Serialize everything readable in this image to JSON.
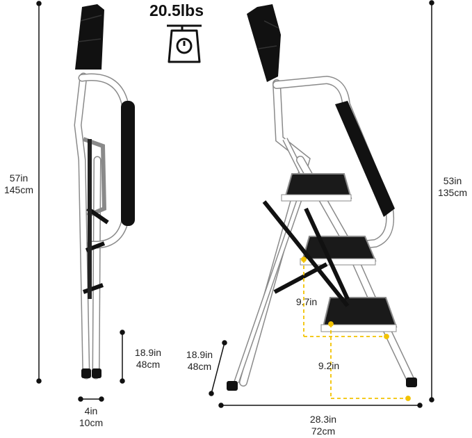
{
  "weight": {
    "label": "20.5lbs",
    "icon": "scale-icon"
  },
  "colors": {
    "frame": "#ffffff",
    "frame_outline": "#8a8a8a",
    "step": "#1a1a1a",
    "grip": "#111111",
    "dimension_line": "#111111",
    "step_dimension_line": "#f2c200"
  },
  "folded_view": {
    "height_in": "57in",
    "height_cm": "145cm",
    "first_step_in": "18.9in",
    "first_step_cm": "48cm",
    "depth_in": "4in",
    "depth_cm": "10cm"
  },
  "open_view": {
    "height_in": "53in",
    "height_cm": "135cm",
    "first_step_in": "18.9in",
    "first_step_cm": "48cm",
    "step_rise": "9.7in",
    "step_depth": "9.2in",
    "base_width_in": "28.3in",
    "base_width_cm": "72cm"
  }
}
